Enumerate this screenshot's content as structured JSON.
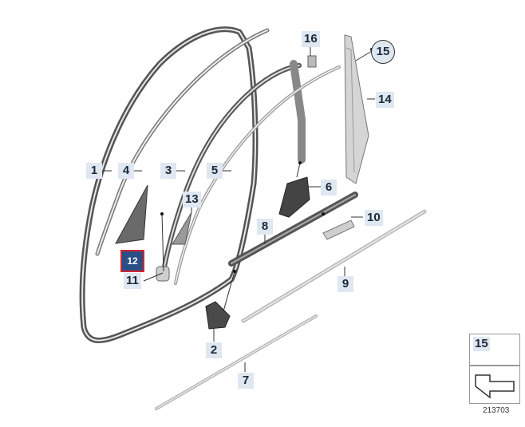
{
  "diagram": {
    "callouts": [
      {
        "id": "1",
        "label": "1"
      },
      {
        "id": "2",
        "label": "2"
      },
      {
        "id": "3",
        "label": "3"
      },
      {
        "id": "4",
        "label": "4"
      },
      {
        "id": "5",
        "label": "5"
      },
      {
        "id": "6",
        "label": "6"
      },
      {
        "id": "7",
        "label": "7"
      },
      {
        "id": "8",
        "label": "8"
      },
      {
        "id": "9",
        "label": "9"
      },
      {
        "id": "10",
        "label": "10"
      },
      {
        "id": "11",
        "label": "11"
      },
      {
        "id": "12",
        "label": "12",
        "selected": true
      },
      {
        "id": "13",
        "label": "13"
      },
      {
        "id": "14",
        "label": "14"
      },
      {
        "id": "15",
        "label": "15"
      },
      {
        "id": "16",
        "label": "16"
      }
    ],
    "legend": {
      "number": "15"
    },
    "reference": "213703",
    "colors": {
      "callout_bg": "#dfe7f0",
      "selected_bg": "#2a4f86",
      "selected_border": "#d7262f",
      "part_stroke": "#555555"
    }
  }
}
